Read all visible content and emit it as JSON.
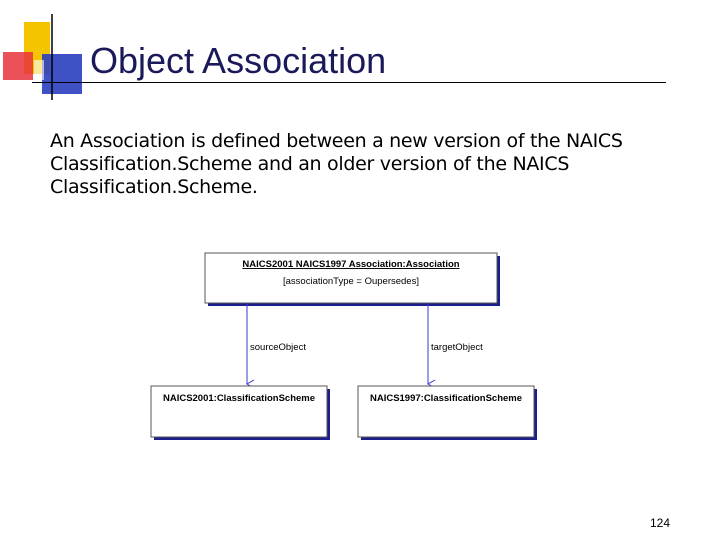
{
  "slide": {
    "title": "Object Association",
    "body_lines": [
      "An Association is defined between a new version of the NAICS",
      "Classification.Scheme and an older version of the NAICS",
      "Classification.Scheme."
    ],
    "page_number": "124"
  },
  "diagram": {
    "association": {
      "name": "NAICS2001 NAICS1997 Association:Association",
      "attribute": "[associationType = Oupersedes]"
    },
    "source_object": {
      "name": "NAICS2001:ClassificationScheme"
    },
    "target_object": {
      "name": "NAICS1997:ClassificationScheme"
    },
    "source_label": "sourceObject",
    "target_label": "targetObject"
  },
  "colors": {
    "title": "#1a1a5a",
    "accent_yellow": "#f5c400",
    "accent_red": "#e8323c",
    "accent_blue": "#2a3fbf",
    "shadow": "#1a1f8c",
    "connector": "#3a3ad0"
  }
}
